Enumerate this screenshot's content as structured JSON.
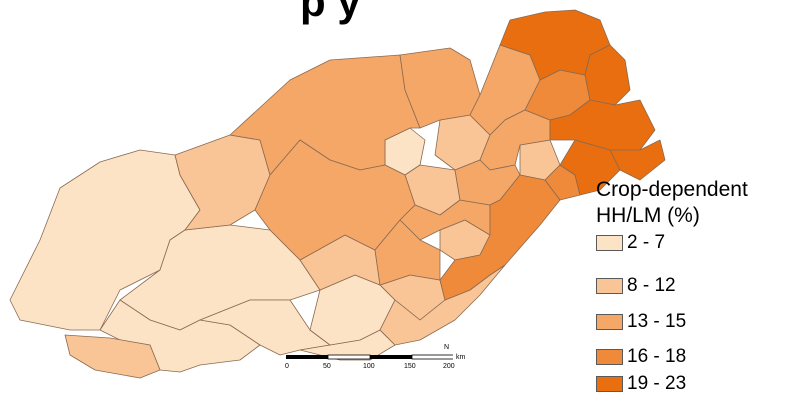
{
  "title_fragment": "p                  y",
  "legend": {
    "title_line1": "Crop-dependent",
    "title_line2": "HH/LM (%)",
    "classes": [
      {
        "label": "2 - 7",
        "color": "#fde3c5"
      },
      {
        "label": "8 - 12",
        "color": "#f9c496"
      },
      {
        "label": "13 - 15",
        "color": "#f5a767"
      },
      {
        "label": "16 - 18",
        "color": "#ef8a3a"
      },
      {
        "label": "19 - 23",
        "color": "#e86e0f"
      }
    ]
  },
  "scale_bar": {
    "ticks": [
      "0",
      "50",
      "100",
      "150",
      "200"
    ],
    "unit": "km"
  },
  "north_symbol": "N"
}
